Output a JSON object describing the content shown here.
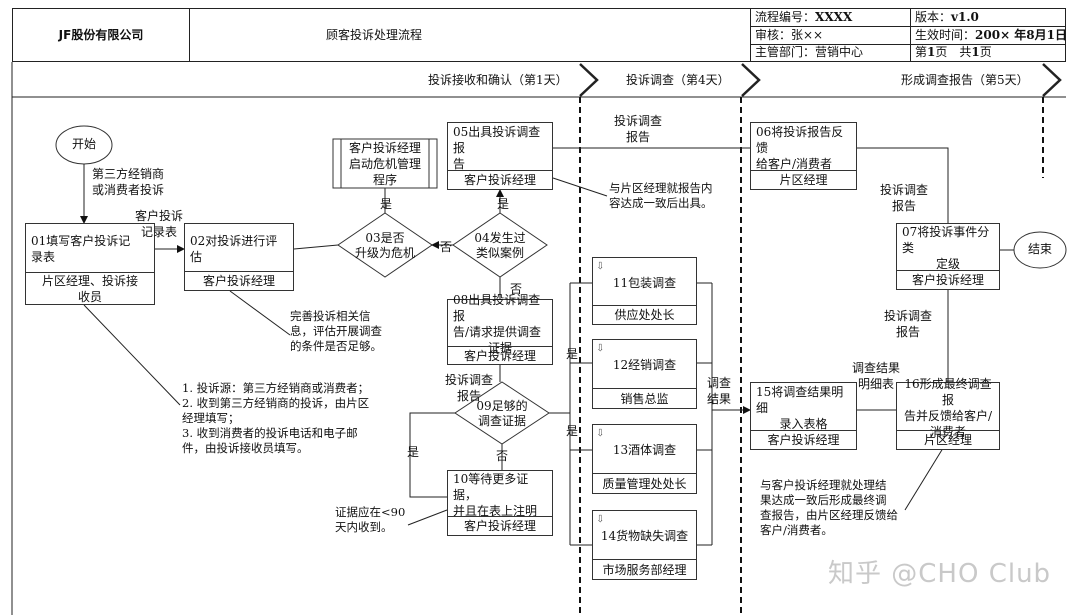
{
  "header": {
    "company": "JF股份有限公司",
    "title": "顾客投诉处理流程",
    "flow_no_label": "流程编号：",
    "flow_no_value": "XXXX",
    "version_label": "版本：",
    "version_value": "v1.0",
    "reviewer": "审核：张××",
    "effective_label": "生效时间：",
    "effective_value": "200× 年8月1日",
    "dept": "主管部门：营销中心",
    "page_label": "第",
    "page_cur": "1",
    "page_mid": "页　共",
    "page_total": "1",
    "page_end": "页"
  },
  "phases": [
    {
      "label": "投诉接收和确认（第1天）"
    },
    {
      "label": "投诉调查（第4天）"
    },
    {
      "label": "形成调查报告（第5天）"
    }
  ],
  "nodes": {
    "start": "开始",
    "end": "结束",
    "step01": {
      "lines": [
        "01填写客户投诉记",
        "录表"
      ],
      "role": [
        "片区经理、投诉接",
        "收员"
      ]
    },
    "step02": {
      "lines": [
        "02对投诉进行评估"
      ],
      "role": "客户投诉经理"
    },
    "step03": {
      "lines": [
        "03是否",
        "升级为危机"
      ]
    },
    "crisis": {
      "lines": [
        "客户投诉经理",
        "启动危机管理",
        "程序"
      ]
    },
    "step04": {
      "lines": [
        "04发生过",
        "类似案例"
      ]
    },
    "step05": {
      "lines": [
        "05出具投诉调查报",
        "告"
      ],
      "role": "客户投诉经理"
    },
    "step06": {
      "lines": [
        "06将投诉报告反馈",
        "给客户/消费者"
      ],
      "role": "片区经理"
    },
    "step07": {
      "lines": [
        "07将投诉事件分类",
        "定级"
      ],
      "role": "客户投诉经理"
    },
    "step08": {
      "lines": [
        "08出具投诉调查报",
        "告/请求提供调查",
        "证据"
      ],
      "role": "客户投诉经理"
    },
    "step09": {
      "lines": [
        "09足够的",
        "调查证据"
      ]
    },
    "step10": {
      "lines": [
        "10等待更多证据，",
        "并且在表上注明"
      ],
      "role": "客户投诉经理"
    },
    "step11": {
      "lines": [
        "11包装调查"
      ],
      "role": "供应处处长"
    },
    "step12": {
      "lines": [
        "12经销调查"
      ],
      "role": "销售总监"
    },
    "step13": {
      "lines": [
        "13酒体调查"
      ],
      "role": "质量管理处处长"
    },
    "step14": {
      "lines": [
        "14货物缺失调查"
      ],
      "role": "市场服务部经理"
    },
    "step15": {
      "lines": [
        "15将调查结果明细",
        "录入表格"
      ],
      "role": "客户投诉经理"
    },
    "step16": {
      "lines": [
        "16形成最终调查报",
        "告并反馈给客户/",
        "消费者"
      ],
      "role": "片区经理"
    }
  },
  "labels": {
    "third_party": [
      "第三方经销商",
      "或消费者投诉"
    ],
    "record_form": [
      "客户投诉",
      "记录表"
    ],
    "yes": "是",
    "no": "否",
    "report_a": [
      "投诉调查",
      "报告"
    ],
    "report_b": [
      "投诉调查",
      "报告"
    ],
    "report_c": [
      "投诉调查",
      "报告"
    ],
    "report_d": [
      "投诉调查",
      "报告"
    ],
    "investigation_result": [
      "调查",
      "结果"
    ],
    "detail_table": [
      "调查结果",
      "明细表"
    ]
  },
  "notes": {
    "note_a": [
      "完善投诉相关信",
      "息，评估开展调查",
      "的条件是否足够。"
    ],
    "note_b": [
      "1. 投诉源：第三方经销商或消费者；",
      "2. 收到第三方经销商的投诉，由片区",
      "经理填写；",
      "3. 收到消费者的投诉电话和电子邮",
      "件，由投诉接收员填写。"
    ],
    "note_c": [
      "与片区经理就报告内",
      "容达成一致后出具。"
    ],
    "note_d": [
      "证据应在<90",
      "天内收到。"
    ],
    "note_e": [
      "与客户投诉经理就处理结",
      "果达成一致后形成最终调",
      "查报告，由片区经理反馈给",
      "客户/消费者。"
    ]
  },
  "watermark": "知乎 @CHO Club"
}
